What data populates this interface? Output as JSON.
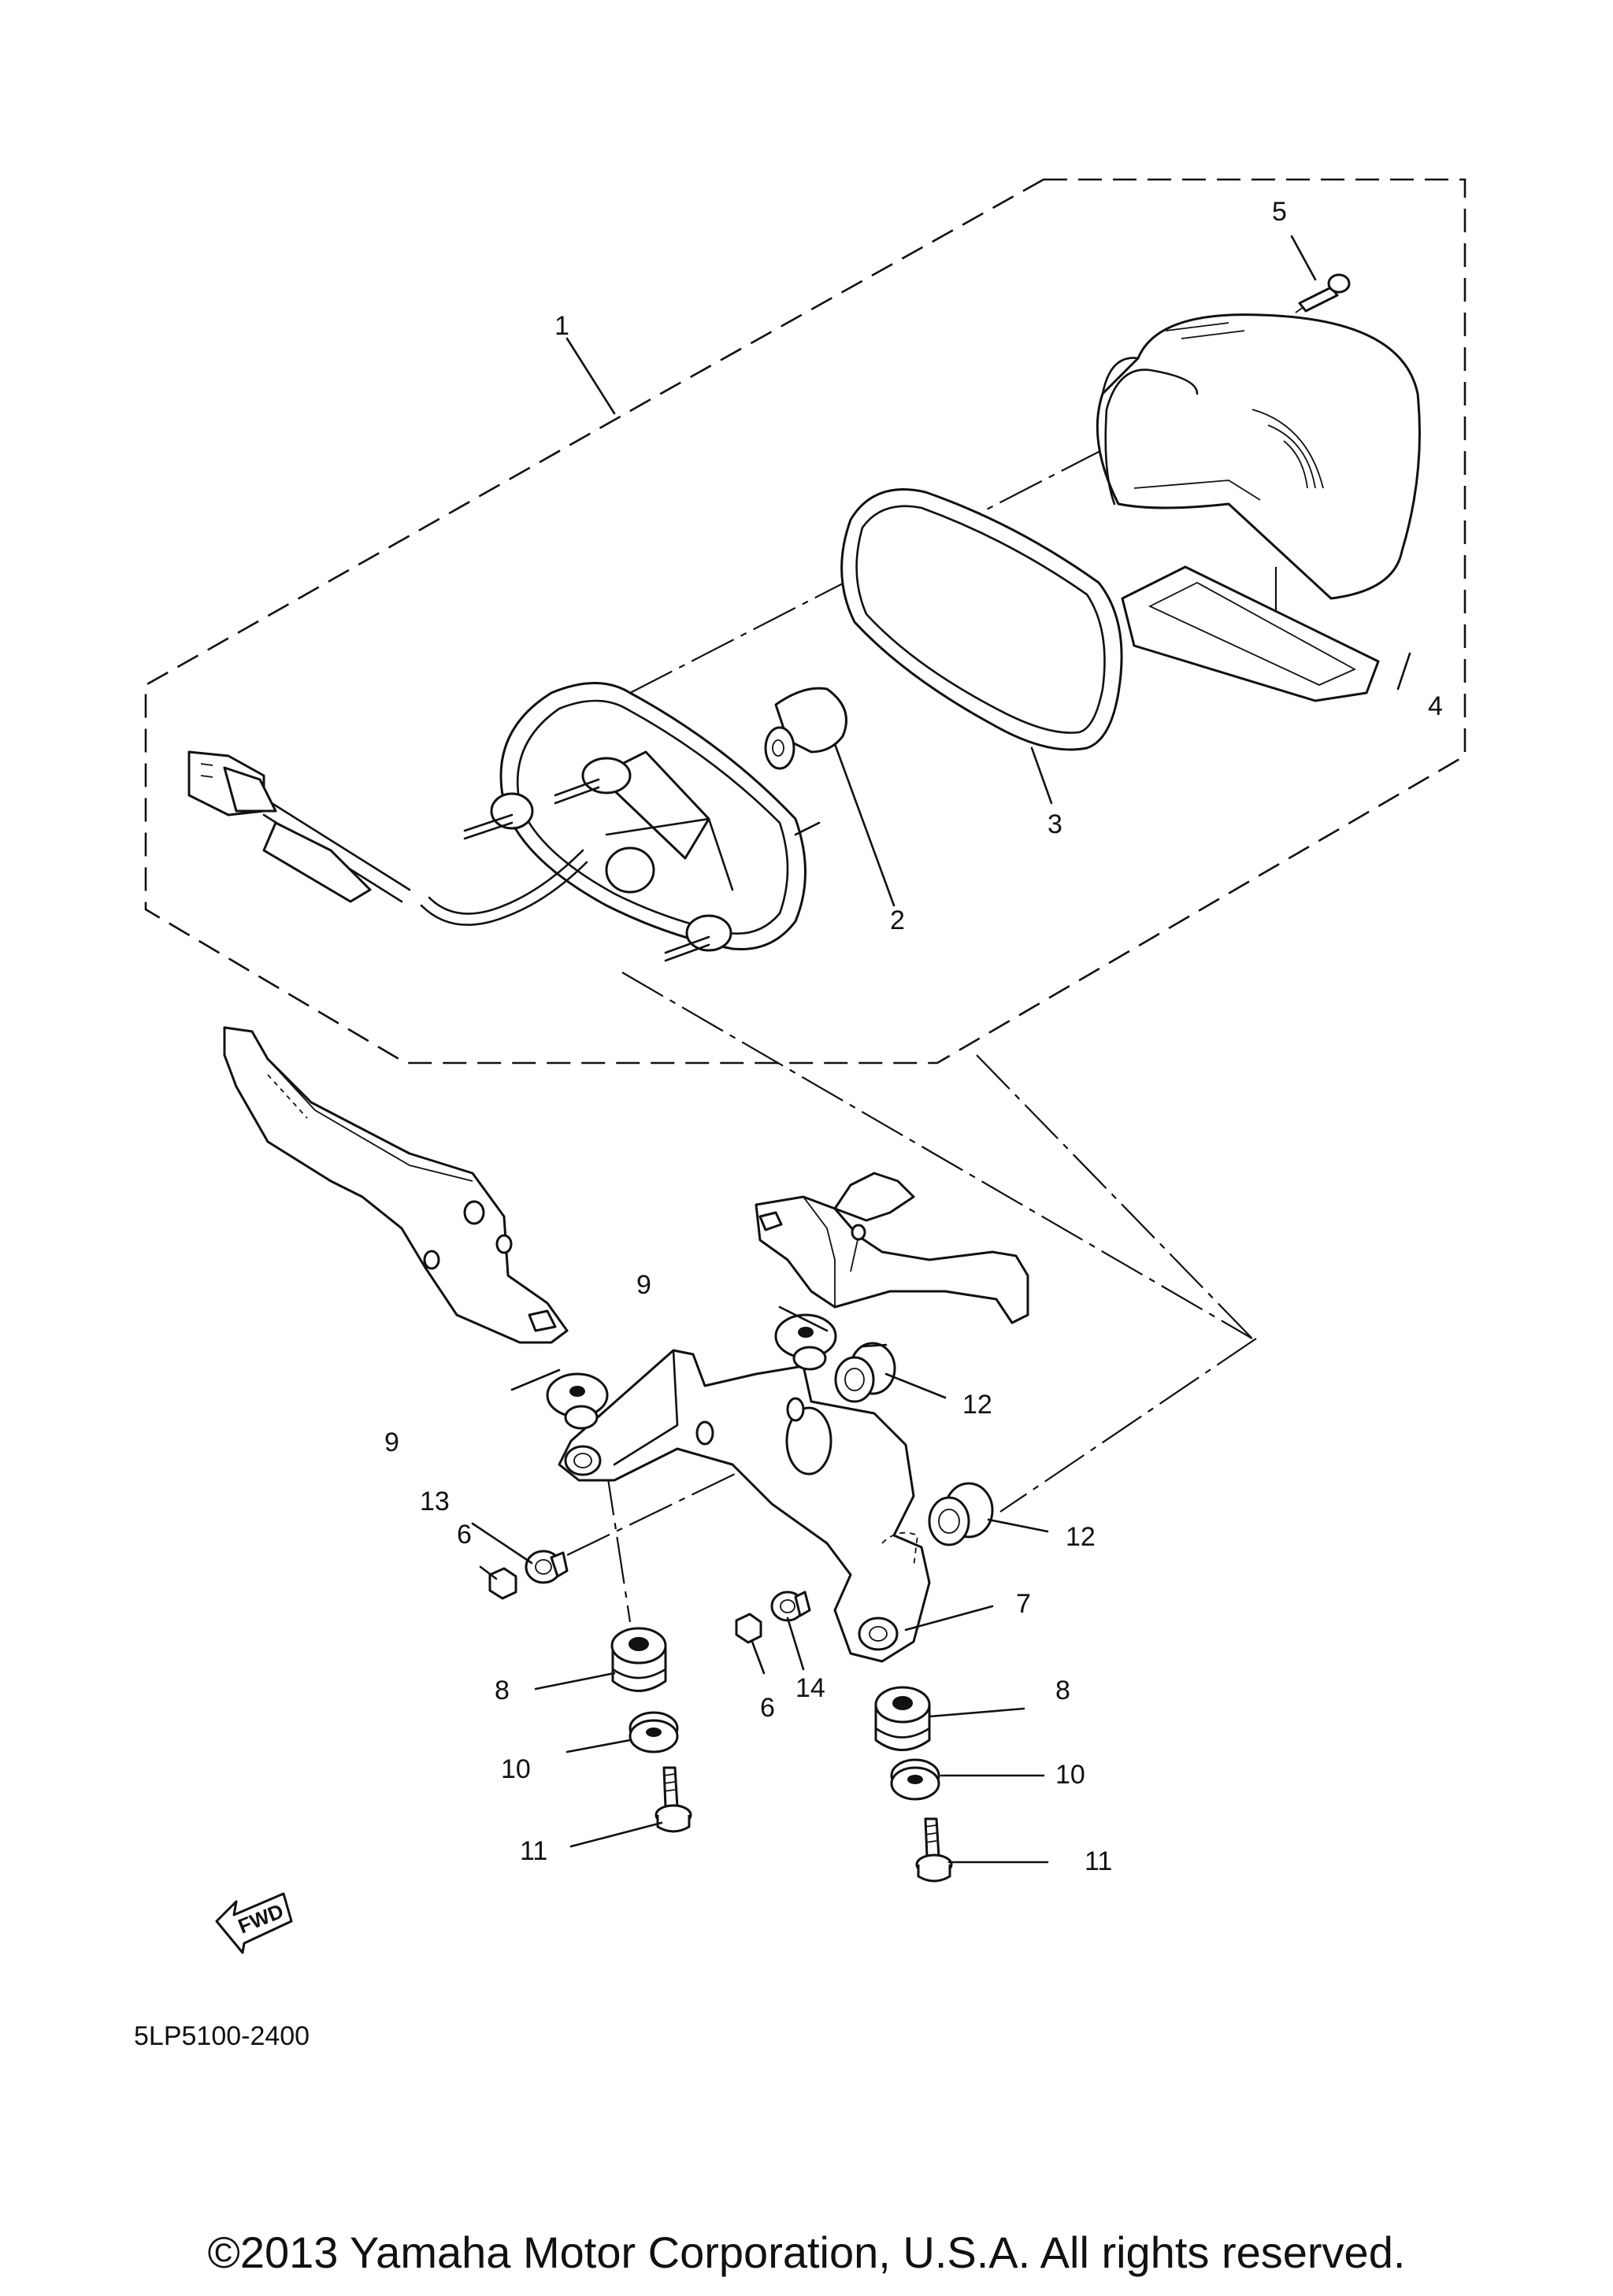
{
  "diagram": {
    "callouts": [
      {
        "id": "1",
        "label": "1"
      },
      {
        "id": "2",
        "label": "2"
      },
      {
        "id": "3",
        "label": "3"
      },
      {
        "id": "4",
        "label": "4"
      },
      {
        "id": "5",
        "label": "5"
      },
      {
        "id": "6a",
        "label": "6"
      },
      {
        "id": "6b",
        "label": "6"
      },
      {
        "id": "7",
        "label": "7"
      },
      {
        "id": "8a",
        "label": "8"
      },
      {
        "id": "8b",
        "label": "8"
      },
      {
        "id": "9a",
        "label": "9"
      },
      {
        "id": "9b",
        "label": "9"
      },
      {
        "id": "10a",
        "label": "10"
      },
      {
        "id": "10b",
        "label": "10"
      },
      {
        "id": "11a",
        "label": "11"
      },
      {
        "id": "11b",
        "label": "11"
      },
      {
        "id": "12a",
        "label": "12"
      },
      {
        "id": "12b",
        "label": "12"
      },
      {
        "id": "13",
        "label": "13"
      },
      {
        "id": "14",
        "label": "14"
      }
    ],
    "fwd_label": "FWD",
    "diagram_code": "5LP5100-2400",
    "copyright": "©2013 Yamaha Motor Corporation, U.S.A. All rights reserved."
  },
  "colors": {
    "line": "#111111",
    "background": "#ffffff"
  }
}
